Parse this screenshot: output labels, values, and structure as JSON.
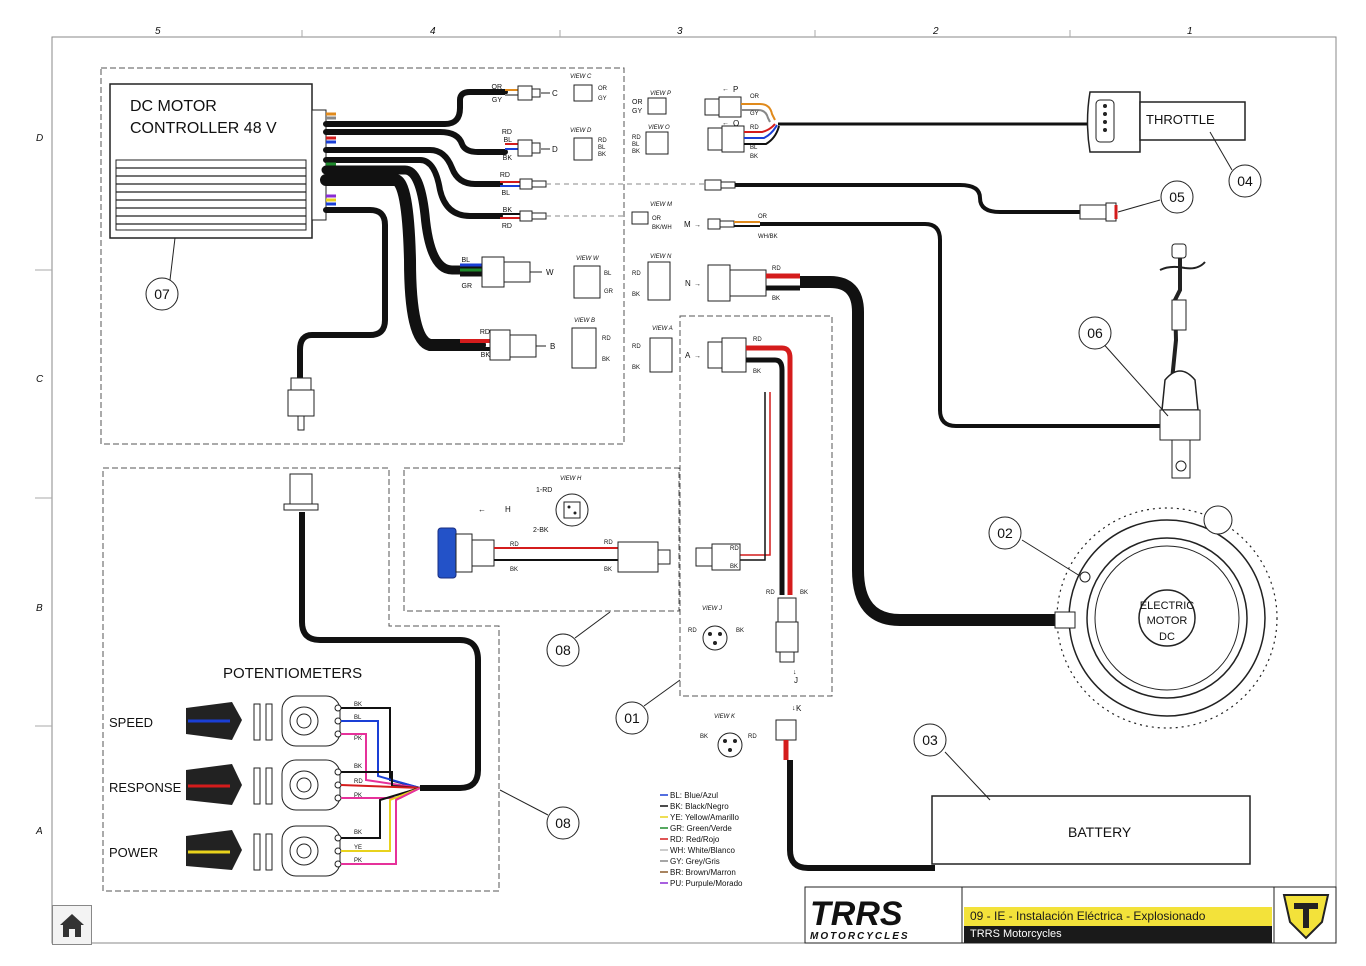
{
  "grid": {
    "columns": [
      "5",
      "4",
      "3",
      "2",
      "1"
    ],
    "rows": [
      "D",
      "C",
      "B",
      "A"
    ]
  },
  "controller": {
    "title_line1": "DC MOTOR",
    "title_line2": "CONTROLLER  48 V"
  },
  "components": {
    "throttle": "THROTTLE",
    "motor_line1": "ELECTRIC",
    "motor_line2": "MOTOR",
    "motor_line3": "DC",
    "battery": "BATTERY",
    "potentiometers": "POTENTIOMETERS",
    "speed": "SPEED",
    "response": "RESPONSE",
    "power": "POWER"
  },
  "callouts": [
    "01",
    "02",
    "03",
    "04",
    "05",
    "06",
    "07",
    "08",
    "08"
  ],
  "connectors": {
    "C": "C",
    "D": "D",
    "W": "W",
    "B": "B",
    "P": "P",
    "O": "O",
    "M": "M",
    "N": "N",
    "A": "A",
    "H": "H",
    "J": "J",
    "K": "K"
  },
  "views": {
    "C": "VIEW C",
    "D": "VIEW D",
    "W": "VIEW W",
    "B": "VIEW B",
    "P": "VIEW P",
    "O": "VIEW O",
    "M": "VIEW M",
    "N": "VIEW N",
    "A": "VIEW A",
    "H": "VIEW H",
    "J": "VIEW J",
    "K": "VIEW K"
  },
  "wire_labels": {
    "OR": "OR",
    "GY": "GY",
    "RD": "RD",
    "BL": "BL",
    "BK": "BK",
    "GR": "GR",
    "YE": "YE",
    "PK": "PK",
    "WHBK": "WH/BK",
    "BKWH": "BK/WH",
    "RD1": "1-RD",
    "BK2": "2-BK"
  },
  "legend": [
    "BL: Blue/Azul",
    "BK: Black/Negro",
    "YE: Yellow/Amarillo",
    "GR: Green/Verde",
    "RD: Red/Rojo",
    "WH: White/Blanco",
    "GY: Grey/Gris",
    "BR: Brown/Marron",
    "PU: Purpule/Morado"
  ],
  "legend_colors": [
    "#1a3fd6",
    "#111111",
    "#e8d21c",
    "#1e8a2c",
    "#d41c1c",
    "#bbbbbb",
    "#888888",
    "#8a5a2b",
    "#8a2bd4"
  ],
  "titleblock": {
    "brand": "TRRS",
    "brand_sub": "MOTORCYCLES",
    "title": "09 - IE - Instalación Eléctrica - Explosionado",
    "subtitle": "TRRS Motorcycles"
  },
  "colors": {
    "red": "#d41c1c",
    "black": "#111111",
    "yellow": "#f3e23a"
  },
  "icons": {
    "home": "home-icon",
    "logo": "trrs-shield-icon"
  }
}
